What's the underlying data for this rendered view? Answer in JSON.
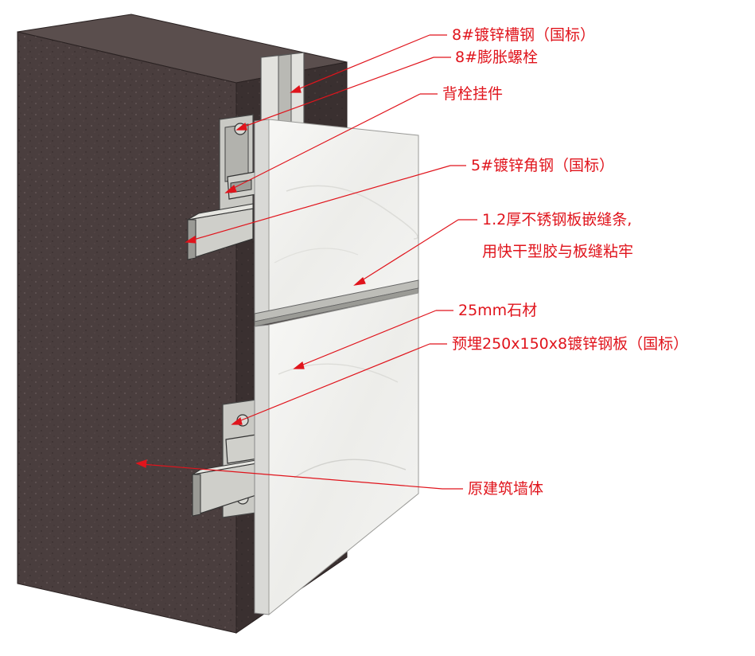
{
  "colors": {
    "wall": "#4a3e3e",
    "wall_side": "#3a3030",
    "wall_top": "#5a4e4d",
    "stone": "#f3f3f1",
    "stone_edge": "#d9d9d6",
    "steel": "#c9c9c4",
    "steel_dark": "#8d8d89",
    "annotation": "#e0141c"
  },
  "labels": [
    {
      "id": "channel-steel",
      "text": "8#镀锌槽钢（国标）"
    },
    {
      "id": "expansion-bolt",
      "text": "8#膨胀螺栓"
    },
    {
      "id": "back-bolt-hanger",
      "text": "背栓挂件"
    },
    {
      "id": "angle-steel",
      "text": "5#镀锌角钢（国标）"
    },
    {
      "id": "joint-strip-line1",
      "text": "1.2厚不锈钢板嵌缝条,"
    },
    {
      "id": "joint-strip-line2",
      "text": "用快干型胶与板缝粘牢"
    },
    {
      "id": "stone-25mm",
      "text": "25mm石材"
    },
    {
      "id": "embedded-plate",
      "text": "预埋250x150x8镀锌钢板（国标）"
    },
    {
      "id": "original-wall",
      "text": "原建筑墙体"
    }
  ]
}
